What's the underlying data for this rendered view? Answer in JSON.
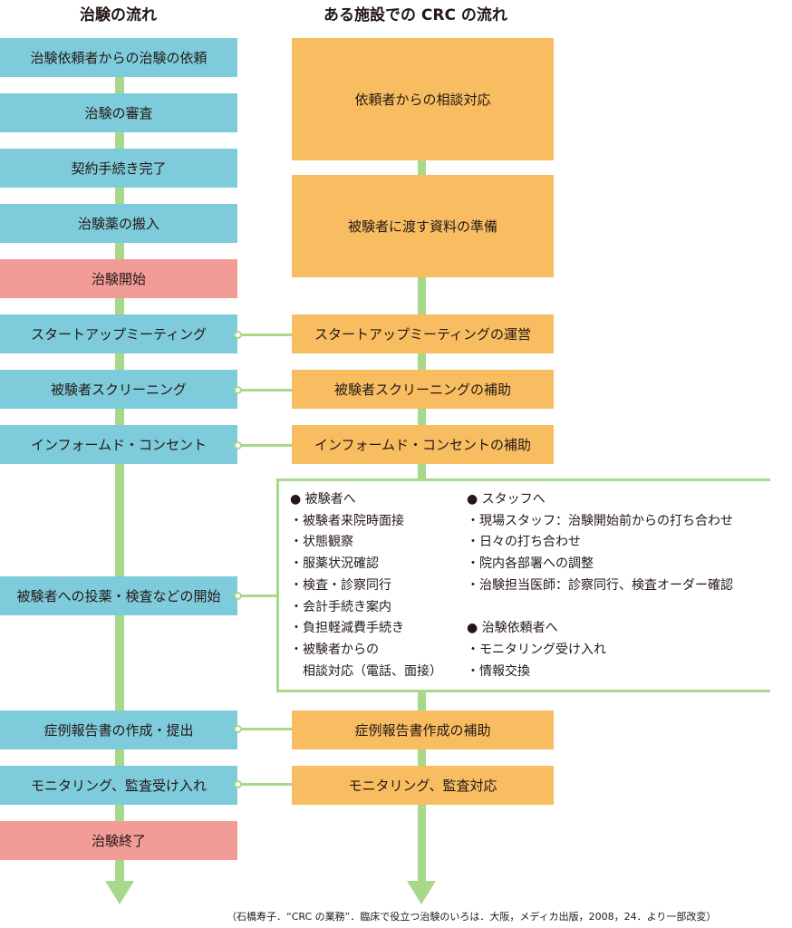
{
  "headers": {
    "left": "治験の流れ",
    "right": "ある施設での CRC の流れ"
  },
  "left_steps": [
    "治験依頼者からの治験の依頼",
    "治験の審査",
    "契約手続き完了",
    "治験薬の搬入",
    "治験開始",
    "スタートアップミーティング",
    "被験者スクリーニング",
    "インフォームド・コンセント",
    "被験者への投薬・検査などの開始",
    "症例報告書の作成・提出",
    "モニタリング、監査受け入れ",
    "治験終了"
  ],
  "right_steps": [
    "依頼者からの相談対応",
    "被験者に渡す資料の準備",
    "スタートアップミーティングの運営",
    "被験者スクリーニングの補助",
    "インフォームド・コンセントの補助",
    "症例報告書作成の補助",
    "モニタリング、監査対応"
  ],
  "detail": {
    "col1": [
      "● 被験者へ",
      "・被験者来院時面接",
      "・状態観察",
      "・服薬状況確認",
      "・検査・診察同行",
      "・会計手続き案内",
      "・負担軽減費手続き",
      "・被験者からの",
      "　相談対応（電話、面接）"
    ],
    "col2": [
      "● スタッフへ",
      "・現場スタッフ：治験開始前からの打ち合わせ",
      "・日々の打ち合わせ",
      "・院内各部署への調整",
      "・治験担当医師：診察同行、検査オーダー確認",
      "",
      "● 治験依頼者へ",
      "・モニタリング受け入れ",
      "・情報交換"
    ]
  },
  "citation": "（石橋寿子．“CRC の業務”．臨床で役立つ治験のいろは．大阪，メディカ出版，2008，24．より一部改変）",
  "colors": {
    "left_box": "#7ecbdb",
    "milestone_box": "#f29c97",
    "right_box": "#f8bd61",
    "connector": "#a8d88a"
  }
}
